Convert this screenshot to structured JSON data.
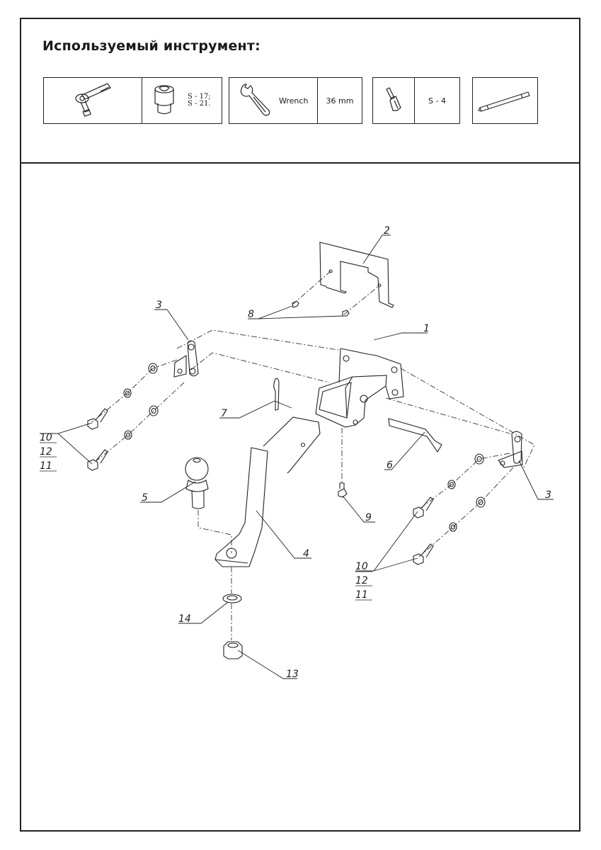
{
  "header": {
    "title": "Используемый инструмент:"
  },
  "tools": [
    {
      "icon": "ratchet-icon",
      "cells": [
        {
          "type": "icon",
          "icon": "ratchet-icon"
        },
        {
          "type": "icon+text",
          "icon": "socket-icon",
          "text_lines": [
            "S - 17;",
            "S - 21."
          ]
        }
      ]
    },
    {
      "icon": "wrench-icon",
      "cells": [
        {
          "type": "icon+text",
          "icon": "wrench-icon",
          "text": "Wrench"
        },
        {
          "type": "text",
          "text": "36 mm"
        }
      ]
    },
    {
      "icon": "hex-bit-icon",
      "cells": [
        {
          "type": "icon",
          "icon": "hex-bit-icon"
        },
        {
          "type": "text",
          "text": "S - 4"
        }
      ]
    },
    {
      "icon": "pry-bar-icon",
      "cells": [
        {
          "type": "icon",
          "icon": "pry-bar-icon"
        }
      ]
    }
  ],
  "tool_text": {
    "socket_line1": "S - 17;",
    "socket_line2": "S - 21.",
    "wrench_label": "Wrench",
    "wrench_size": "36 mm",
    "bit_size": "S - 4"
  },
  "diagram": {
    "part_labels": {
      "p1": "1",
      "p2": "2",
      "p3_left": "3",
      "p3_right": "3",
      "p4": "4",
      "p5": "5",
      "p6": "6",
      "p7": "7",
      "p8": "8",
      "p9": "9",
      "p10_left": "10",
      "p12_left": "12",
      "p11_left": "11",
      "p10_right": "10",
      "p12_right": "12",
      "p11_right": "11",
      "p13": "13",
      "p14": "14"
    }
  }
}
